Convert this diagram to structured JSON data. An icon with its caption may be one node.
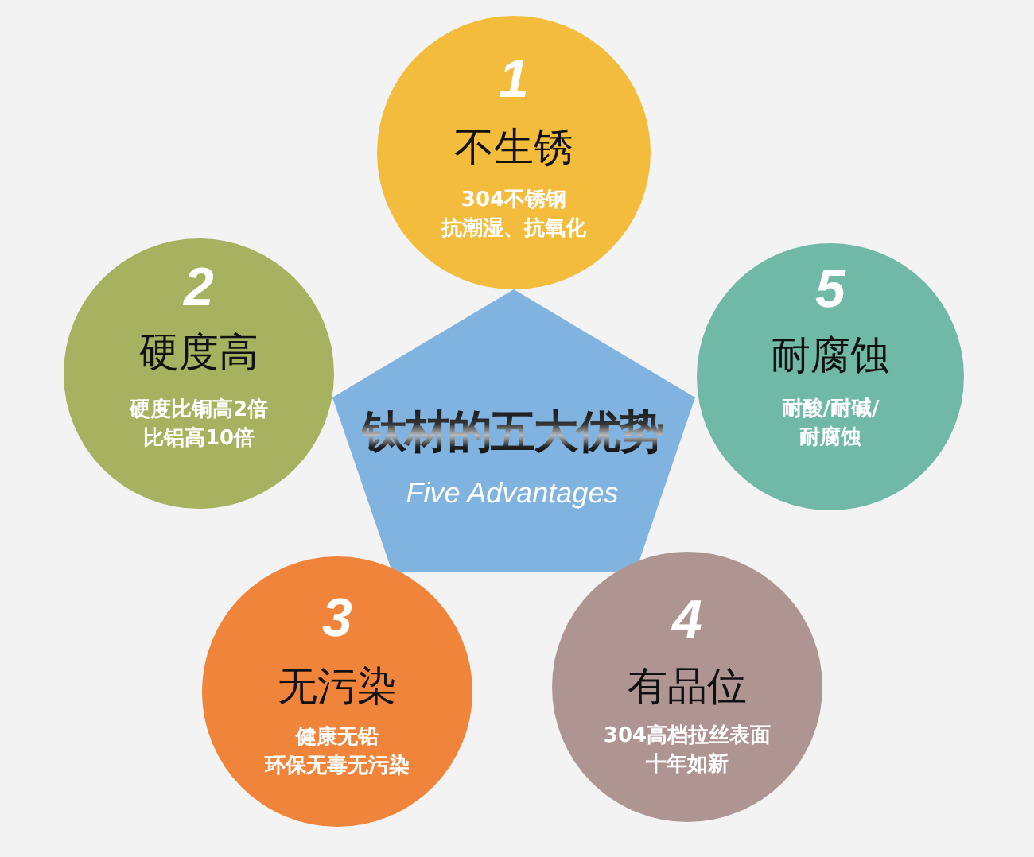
{
  "diagram": {
    "nodes": [
      {
        "text": [
          "1",
          "不生锈",
          "304不锈钢",
          "抗潮湿、抗氧化"
        ]
      },
      {
        "text": [
          "2",
          "硬度高",
          "硬度比铜高2倍",
          "比铝高10倍"
        ]
      },
      {
        "text": [
          "5",
          "耐腐蚀",
          "耐酸/耐碱/耐腐蚀"
        ]
      },
      {
        "text": [
          "钛材的五大优势",
          "Five Advantages"
        ]
      },
      {
        "text": [
          "3",
          "无污染",
          "健康无铅",
          "环保无毒无污染"
        ]
      },
      {
        "text": [
          "4",
          "有品位",
          "304高档拉丝表面",
          "十年如新"
        ]
      }
    ]
  }
}
